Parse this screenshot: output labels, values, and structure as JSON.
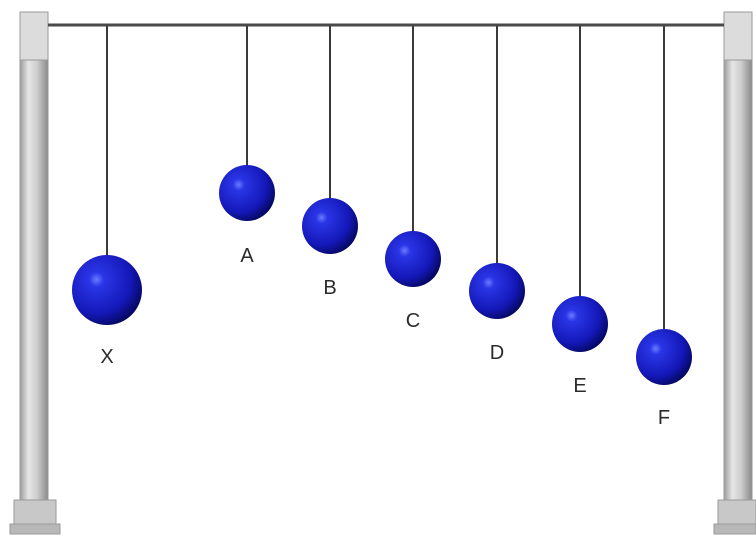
{
  "figure": {
    "labels": {
      "X": "X",
      "A": "A",
      "B": "B",
      "C": "C",
      "D": "D",
      "E": "E",
      "F": "F"
    },
    "colors": {
      "ball": "#1a1fd0",
      "ball_dark": "#05086a",
      "string": "#3a3a3a",
      "frame": "#d4d4d4"
    }
  }
}
